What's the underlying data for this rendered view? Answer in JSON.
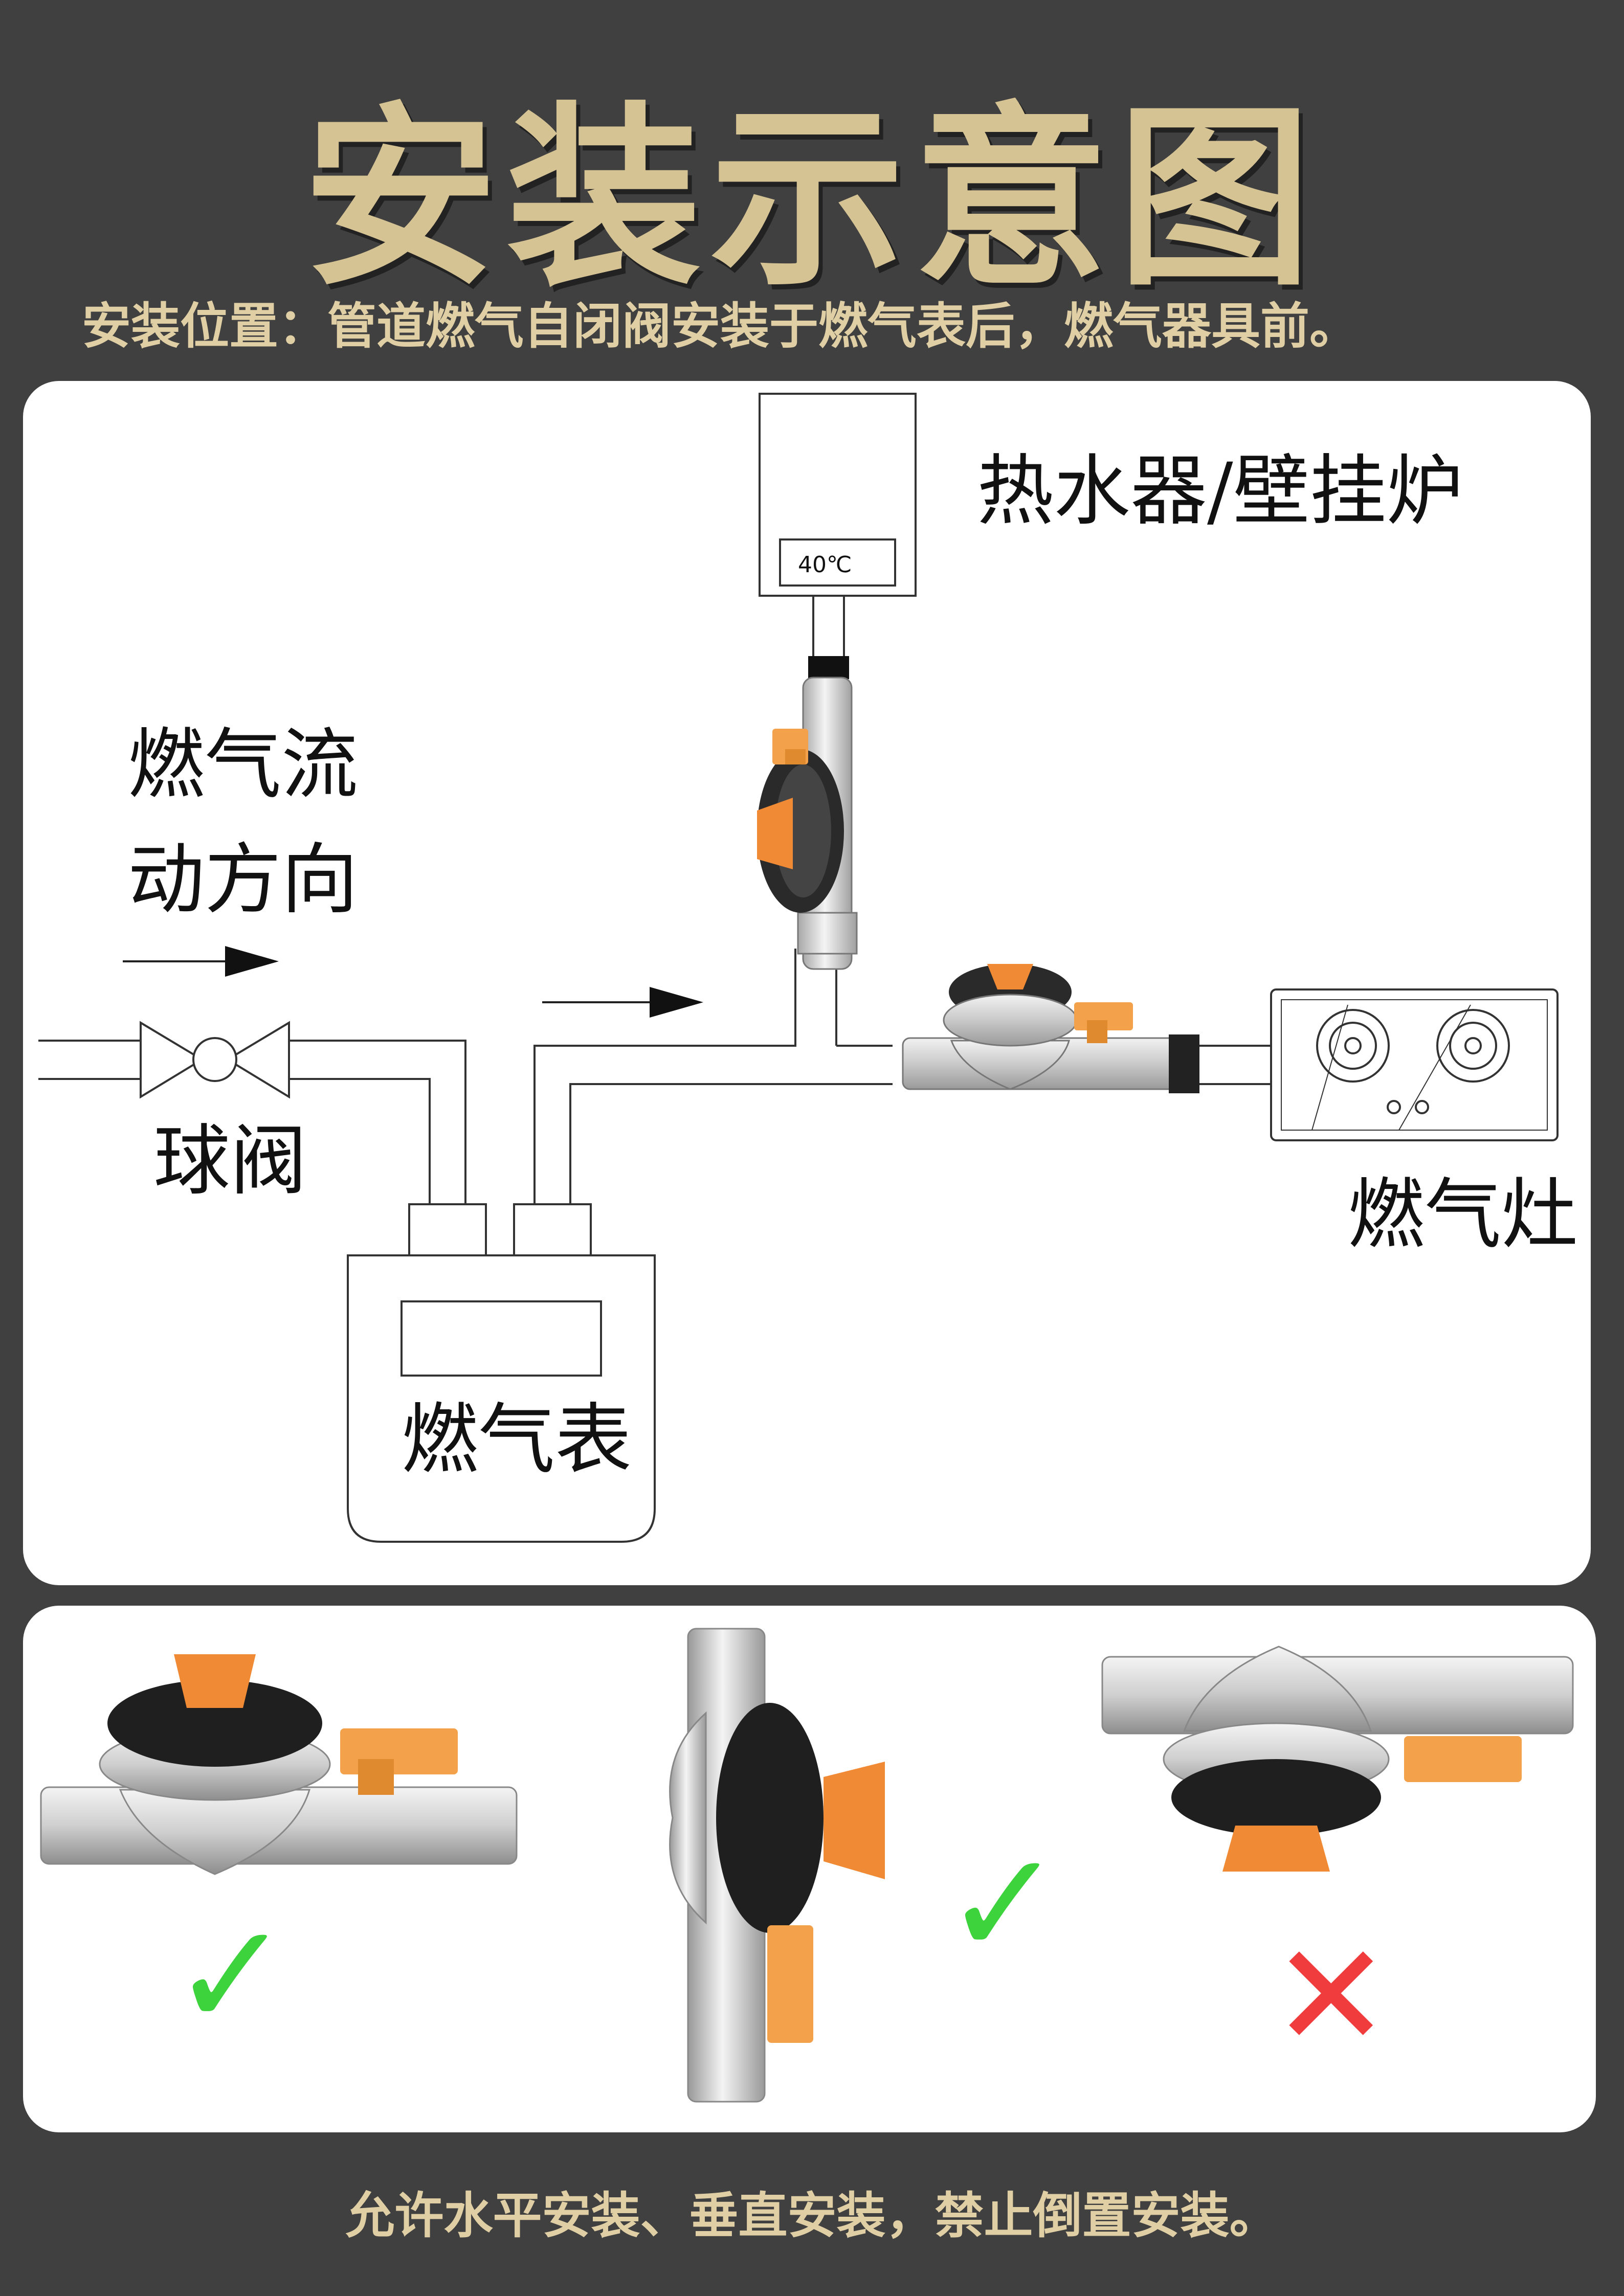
{
  "title": "安装示意图",
  "subtitle": "安装位置：管道燃气自闭阀安装于燃气表后，燃气器具前。",
  "diagram": {
    "heater_label": "热水器/壁挂炉",
    "heater_display": "40℃",
    "flow_label_line1": "燃气流",
    "flow_label_line2": "动方向",
    "ball_valve_label": "球阀",
    "meter_label": "燃气表",
    "stove_label": "燃气灶"
  },
  "orientations": [
    {
      "name": "horizontal",
      "status": "allowed",
      "mark": "✓",
      "color": "#3cd33c"
    },
    {
      "name": "vertical",
      "status": "allowed",
      "mark": "✓",
      "color": "#3cd33c"
    },
    {
      "name": "inverted",
      "status": "forbidden",
      "mark": "✕",
      "color": "#f03c3c"
    }
  ],
  "footer": "允许水平安装、垂直安装，禁止倒置安装。",
  "colors": {
    "background": "#404040",
    "gold": "#d6c394",
    "valve_orange": "#f3a14a",
    "knob_orange": "#f08a34"
  }
}
